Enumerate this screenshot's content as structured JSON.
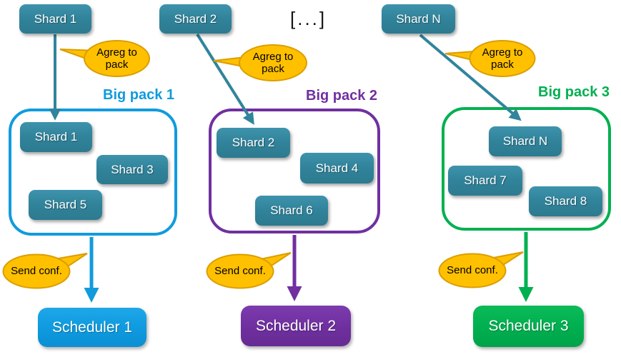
{
  "diagram": {
    "ellipsis": "[...]",
    "colors": {
      "shard_teal": "#31849B",
      "bubble_fill": "#FFC000",
      "bubble_border": "#DB9E00",
      "column1_blue": "#119BDD",
      "column2_purple": "#7030A0",
      "column3_green": "#00B050"
    },
    "columns": [
      {
        "source_shard": "Shard 1",
        "aggregate_label": "Agreg to pack",
        "pack_title": "Big pack 1",
        "pack_members": [
          "Shard 1",
          "Shard 3",
          "Shard 5"
        ],
        "send_label": "Send conf.",
        "scheduler": "Scheduler 1"
      },
      {
        "source_shard": "Shard 2",
        "aggregate_label": "Agreg to pack",
        "pack_title": "Big pack 2",
        "pack_members": [
          "Shard 2",
          "Shard 4",
          "Shard 6"
        ],
        "send_label": "Send conf.",
        "scheduler": "Scheduler 2"
      },
      {
        "source_shard": "Shard N",
        "aggregate_label": "Agreg to pack",
        "pack_title": "Big pack 3",
        "pack_members": [
          "Shard N",
          "Shard 7",
          "Shard 8"
        ],
        "send_label": "Send conf.",
        "scheduler": "Scheduler 3"
      }
    ]
  }
}
